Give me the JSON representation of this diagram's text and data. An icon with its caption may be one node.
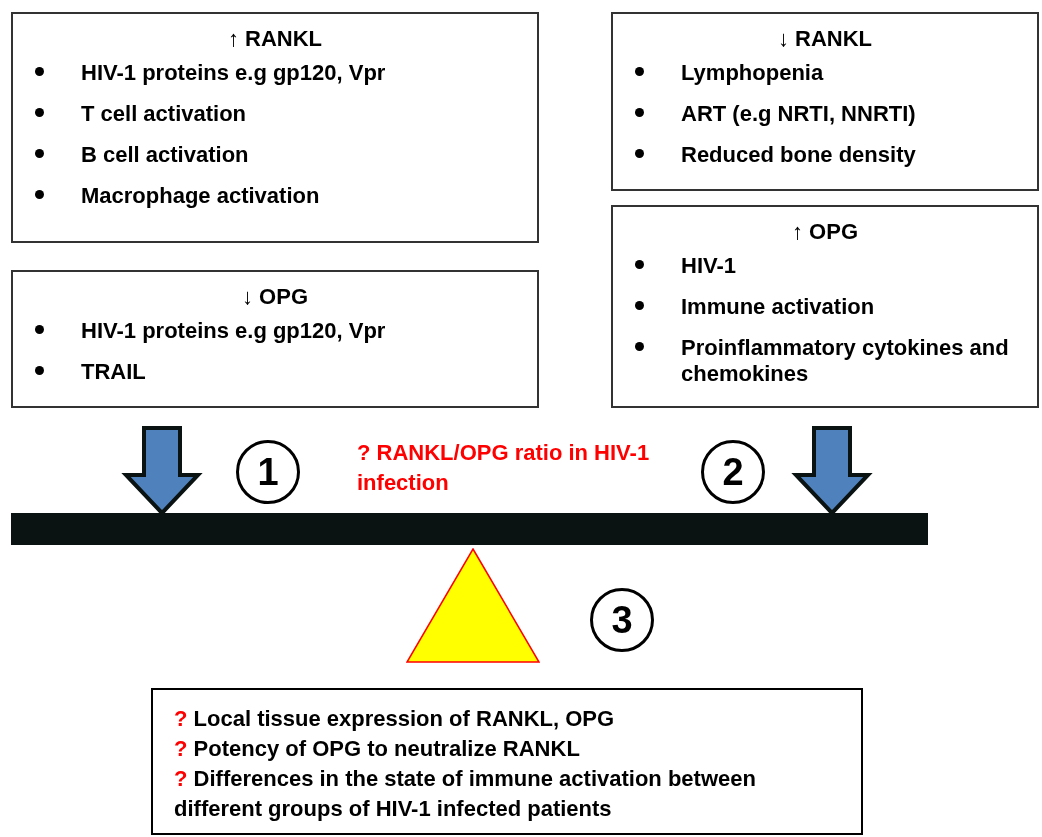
{
  "diagram": {
    "nodes": [
      {
        "text": [
          "↑ RANKL",
          "HIV-1 proteins e.g  gp120, Vpr",
          "T cell activation",
          "B cell activation",
          "Macrophage activation"
        ]
      },
      {
        "text": [
          "↓ RANKL",
          "Lymphopenia",
          "ART (e.g NRTI, NNRTI)",
          "Reduced bone density"
        ]
      },
      {
        "text": [
          "↓ OPG",
          "HIV-1 proteins e.g  gp120, Vpr",
          "TRAIL"
        ]
      },
      {
        "text": [
          "↑ OPG",
          "HIV-1",
          "Immune activation",
          "Proinflammatory cytokines and chemokines"
        ]
      },
      {
        "text": [
          "1"
        ]
      },
      {
        "text": [
          "2"
        ]
      },
      {
        "text": [],
        "shape": "bar"
      },
      {
        "text": [],
        "shape": "triangle"
      },
      {
        "text": [
          "3"
        ]
      },
      {
        "text": [
          "? Local tissue expression of RANKL, OPG",
          "? Potency of OPG to neutralize RANKL",
          "? Differences in the state of immune activation between different groups of HIV-1 infected patients"
        ]
      }
    ],
    "edges": [
      {
        "from": 2,
        "to": 6,
        "arrow": "to",
        "style": "thick"
      },
      {
        "from": 3,
        "to": 6,
        "arrow": "to",
        "style": "thick"
      }
    ],
    "labels": [
      "? RANKL/OPG ratio in HIV-1 infection"
    ]
  }
}
